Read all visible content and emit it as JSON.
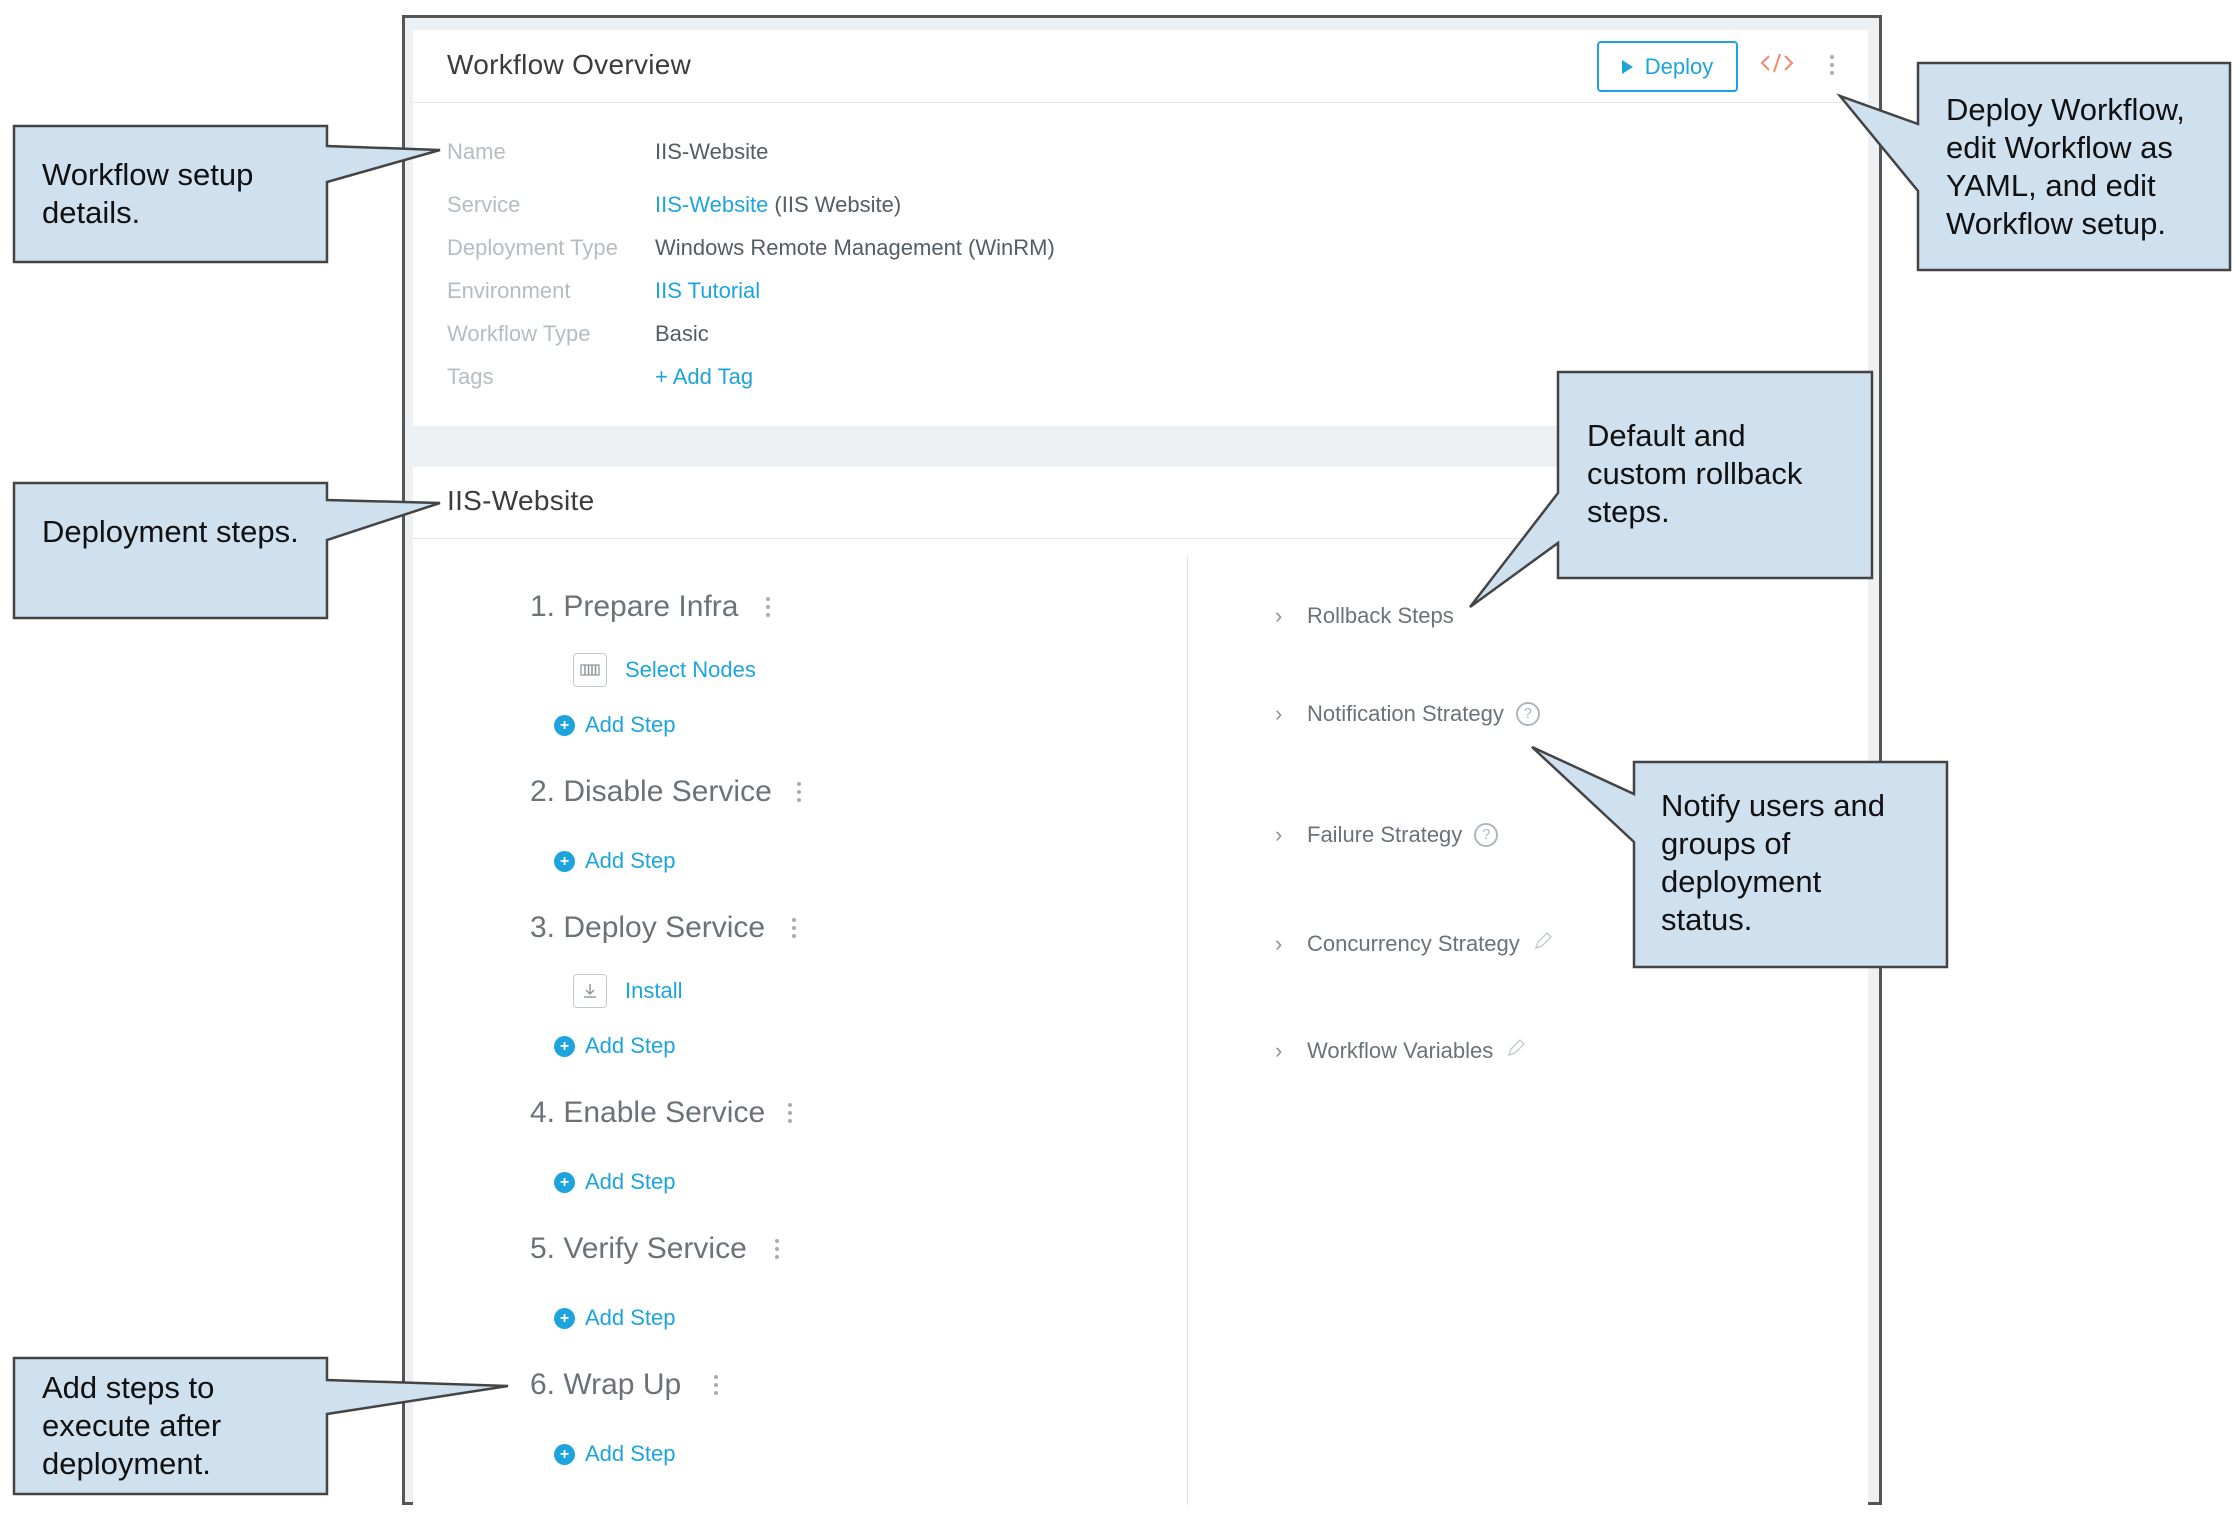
{
  "overview": {
    "title": "Workflow Overview",
    "deploy_label": "Deploy",
    "fields": [
      {
        "label": "Name",
        "value": "IIS-Website"
      },
      {
        "label": "Service",
        "link": "IIS-Website",
        "value": " (IIS Website)"
      },
      {
        "label": "Deployment Type",
        "value": "Windows Remote Management (WinRM)"
      },
      {
        "label": "Environment",
        "link": "IIS Tutorial"
      },
      {
        "label": "Workflow Type",
        "value": "Basic"
      },
      {
        "label": "Tags",
        "link": "+ Add Tag"
      }
    ]
  },
  "workflow": {
    "title": "IIS-Website",
    "add_step_label": "Add Step",
    "phases": [
      {
        "title": "1. Prepare Infra",
        "step": "Select Nodes"
      },
      {
        "title": "2. Disable Service"
      },
      {
        "title": "3. Deploy Service",
        "step": "Install"
      },
      {
        "title": "4. Enable Service"
      },
      {
        "title": "5. Verify Service"
      },
      {
        "title": "6. Wrap Up"
      }
    ],
    "side": [
      {
        "label": "Rollback Steps"
      },
      {
        "label": "Notification Strategy",
        "icon": "help-icon"
      },
      {
        "label": "Failure Strategy",
        "icon": "help-icon"
      },
      {
        "label": "Concurrency Strategy",
        "icon": "pencil-icon"
      },
      {
        "label": "Workflow Variables",
        "icon": "pencil-icon"
      }
    ]
  },
  "callouts": {
    "setup": "Workflow setup details.",
    "deploy": "Deploy Workflow, edit Workflow as YAML, and edit Workflow setup.",
    "steps": "Deployment steps.",
    "rollback": "Default and custom rollback steps.",
    "notify": "Notify users and groups of deployment status.",
    "addsteps": "Add steps to execute after deployment."
  },
  "colors": {
    "accent": "#1ea4dc",
    "callout_fill": "#cfe0ef",
    "frame_bg": "#eef1f4"
  }
}
